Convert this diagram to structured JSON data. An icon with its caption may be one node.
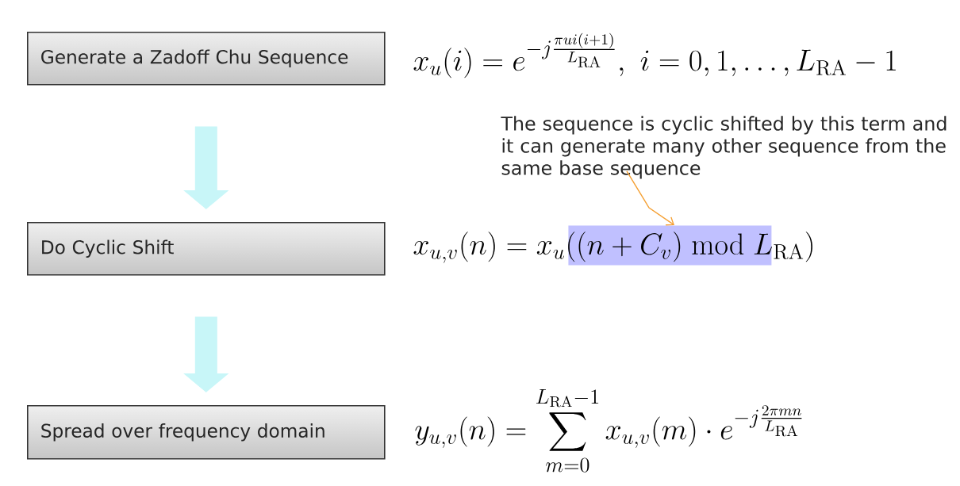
{
  "diagram": {
    "nodes": [
      {
        "text": [
          "Generate a Zadoff Chu Sequence"
        ]
      },
      {
        "text": [
          "Do Cyclic Shift"
        ]
      },
      {
        "text": [
          "Spread over frequency domain"
        ]
      },
      {
        "text": [
          "The sequence is cyclic shifted by this term and it can generate many other sequence from the same base sequence"
        ]
      },
      {
        "text": [],
        "shape": "box"
      }
    ],
    "edges": [
      {
        "from": 0,
        "to": 1,
        "arrow": "to"
      },
      {
        "from": 1,
        "to": 2,
        "arrow": "to"
      },
      {
        "from": 3,
        "to": 4,
        "arrow": "to",
        "color": "#f5a033"
      }
    ],
    "labels": [
      "x_u(i)=e^{-j\\frac{\\pi u i(i+1)}{L_{\\mathrm{RA}}}},\\ i=0,1,\\ldots,L_{\\mathrm{RA}}-1",
      "x_{u,v}(n)=x_u((n+C_v)\\bmod L_{\\mathrm{RA}})",
      "y_{u,v}(n)=\\sum_{m=0}^{L_{\\mathrm{RA}}-1}x_{u,v}(m)\\cdot e^{-j\\frac{2\\pi mn}{L_{\\mathrm{RA}}}}"
    ]
  }
}
